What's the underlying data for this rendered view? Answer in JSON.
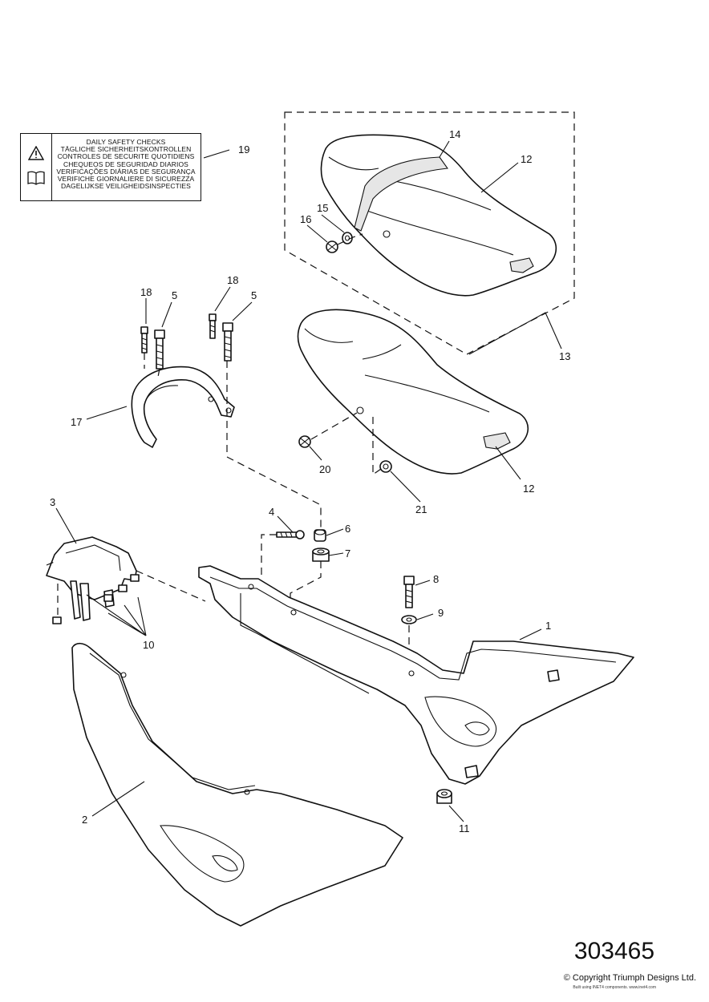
{
  "safety_label": {
    "lines": [
      "DAILY SAFETY CHECKS",
      "TÄGLICHE SICHERHEITSKONTROLLEN",
      "CONTROLES DE SECURITE QUOTIDIENS",
      "CHEQUEOS DE SEGURIDAD DIARIOS",
      "VERIFICAÇÕES DIÁRIAS DE SEGURANÇA",
      "VERIFICHE GIORNALIERE DI SICUREZZA",
      "DAGELIJKSE VEILIGHEIDSINSPECTIES"
    ],
    "icons": [
      "warning-triangle-icon",
      "manual-book-icon"
    ]
  },
  "callouts": {
    "c1": "1",
    "c2": "2",
    "c3": "3",
    "c4": "4",
    "c5a": "5",
    "c5b": "5",
    "c6": "6",
    "c7": "7",
    "c8": "8",
    "c9": "9",
    "c10": "10",
    "c11": "11",
    "c12a": "12",
    "c12b": "12",
    "c13": "13",
    "c14": "14",
    "c15": "15",
    "c16": "16",
    "c17": "17",
    "c18a": "18",
    "c18b": "18",
    "c19": "19",
    "c20": "20",
    "c21": "21"
  },
  "footer": {
    "reference_number": "303465",
    "copyright": "© Copyright Triumph Designs Ltd.",
    "built_with": "Built using INET4 components. www.inet4.com"
  }
}
